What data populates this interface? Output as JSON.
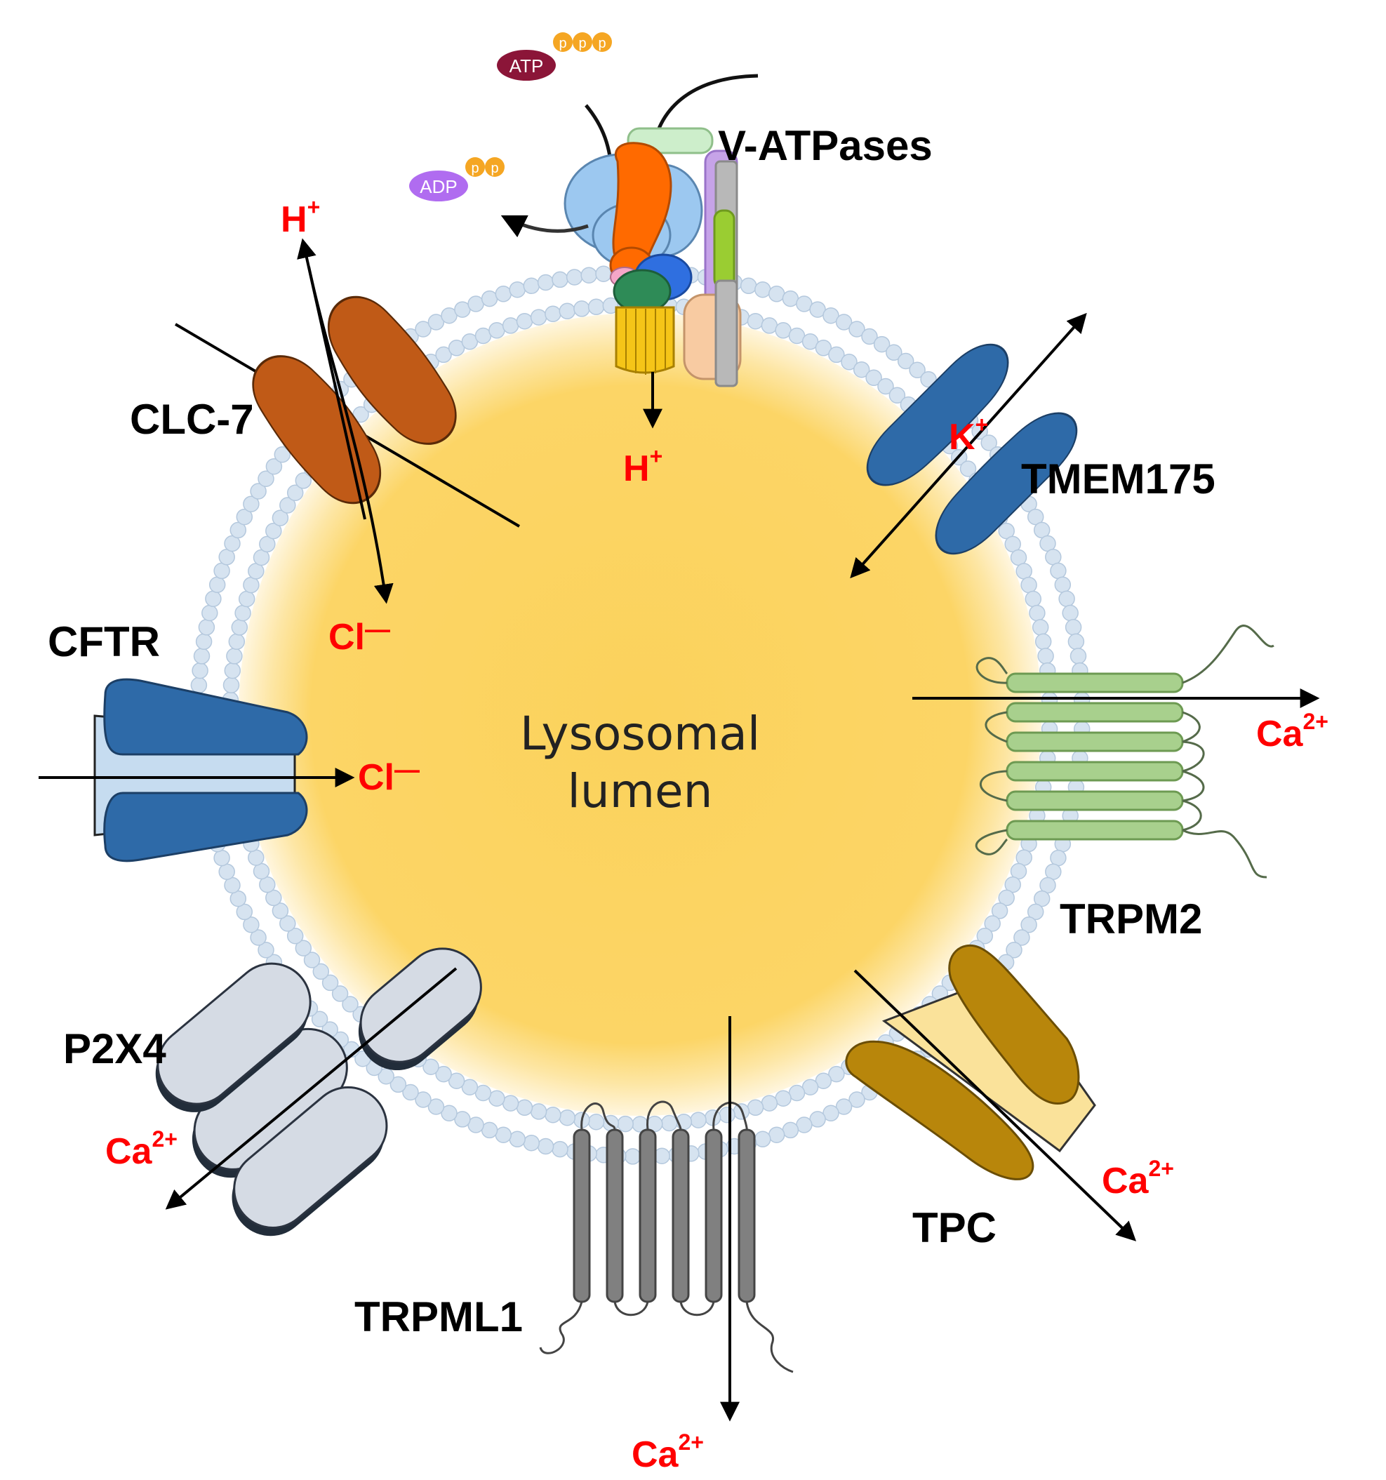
{
  "lumen": {
    "line1": "Lysosomal",
    "line2": "lumen"
  },
  "proteins": {
    "v_atpase": "V-ATPases",
    "tmem175": "TMEM175",
    "trpm2": "TRPM2",
    "tpc": "TPC",
    "trpml1": "TRPML1",
    "p2x4": "P2X4",
    "cftr": "CFTR",
    "clc7": "CLC-7"
  },
  "ions": {
    "v_atpase_h": {
      "base": "H",
      "sup": "+"
    },
    "clc7_h": {
      "base": "H",
      "sup": "+"
    },
    "clc7_cl": {
      "base": "Cl",
      "sup": "—"
    },
    "cftr_cl": {
      "base": "Cl",
      "sup": "—"
    },
    "tmem175_k": {
      "base": "K",
      "sup": "+"
    },
    "trpm2_ca": {
      "base": "Ca",
      "sup": "2+"
    },
    "tpc_ca": {
      "base": "Ca",
      "sup": "2+"
    },
    "trpml1_ca": {
      "base": "Ca",
      "sup": "2+"
    },
    "p2x4_ca": {
      "base": "Ca",
      "sup": "2+"
    }
  },
  "molecules": {
    "atp": {
      "label": "ATP",
      "phosphates": [
        "p",
        "p",
        "p"
      ]
    },
    "adp": {
      "label": "ADP",
      "phosphates": [
        "p",
        "p"
      ]
    }
  },
  "colors": {
    "ion_text": "#ff0000",
    "lumen_fill": "#fbd25c",
    "membrane": "#c9d9ea",
    "atp": "#8b1538",
    "adp": "#b06cf0",
    "phosphate": "#f5a623",
    "clc7": "#c05a17",
    "tmem175_cftr": "#2e6aa8",
    "trpm2": "#a8d08d",
    "tpc": "#b8860b",
    "trpml1": "#808080",
    "p2x4": "#d5dbe4"
  }
}
